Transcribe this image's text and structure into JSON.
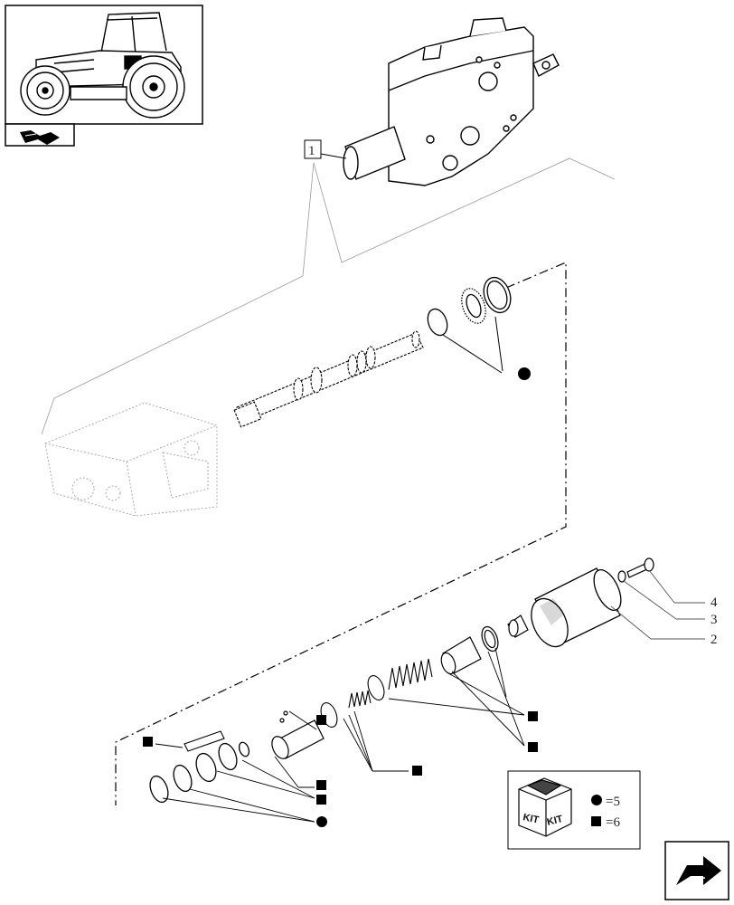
{
  "thumbnail": {
    "icon": "tractor-thumbnail-icon",
    "nav_icon": "book-arrow-icon"
  },
  "callouts": {
    "group_ref": "1",
    "part_2": "2",
    "part_3": "3",
    "part_4": "4"
  },
  "kit_legend": {
    "badge_left": "KIT",
    "badge_right": "KIT",
    "circle_ref": "=5",
    "square_ref": "=6"
  },
  "nav": {
    "next_icon": "next-page-arrow-icon"
  }
}
